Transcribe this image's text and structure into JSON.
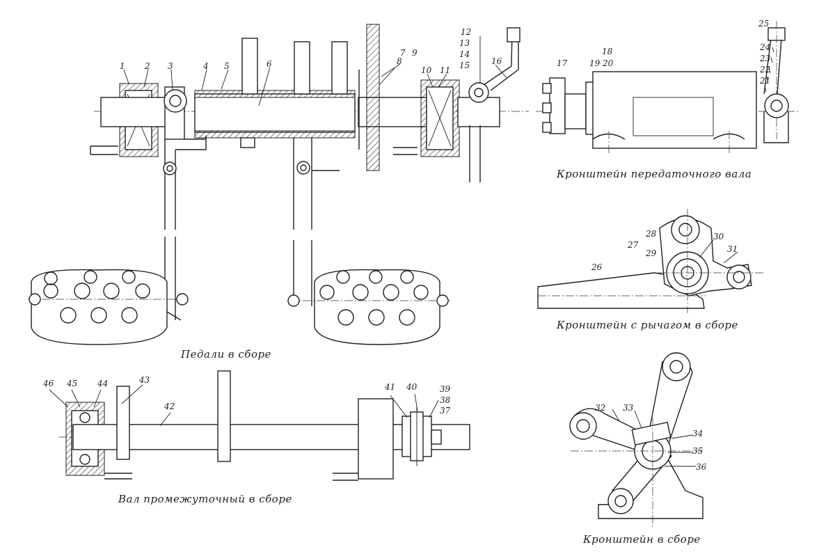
{
  "captions": {
    "pedals": "Педали в сборе",
    "transfer_shaft_bracket": "Кронштейн передаточного вала",
    "lever_bracket": "Кронштейн с рычагом в сборе",
    "intermediate_shaft": "Вал промежуточный в сборе",
    "bracket_assembly": "Кронштейн в сборе"
  },
  "labels": {
    "pedals": [
      "1",
      "2",
      "3",
      "4",
      "5",
      "6",
      "7",
      "8",
      "9",
      "10",
      "11",
      "12",
      "13",
      "14",
      "15",
      "16"
    ],
    "transfer_bracket": [
      "17",
      "18",
      "19",
      "20",
      "21",
      "22",
      "23",
      "24",
      "25"
    ],
    "lever_bracket": [
      "26",
      "27",
      "28",
      "29",
      "30",
      "31"
    ],
    "bracket": [
      "32",
      "33",
      "34",
      "35",
      "36"
    ],
    "shaft": [
      "37",
      "38",
      "39",
      "40",
      "41",
      "42",
      "43",
      "44",
      "45",
      "46"
    ]
  }
}
